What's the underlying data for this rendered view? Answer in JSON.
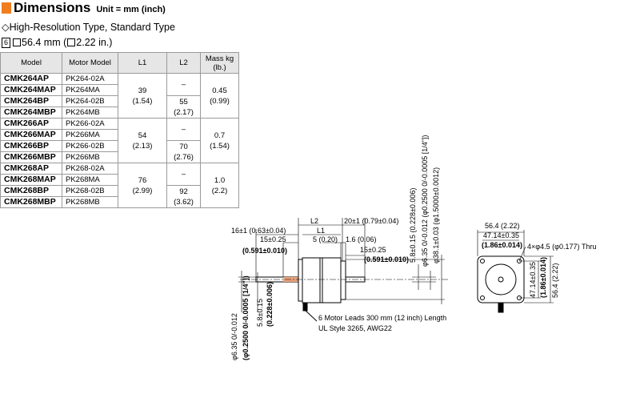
{
  "header": {
    "title": "Dimensions",
    "unit": "Unit = mm (inch)"
  },
  "subtitle": "◇High-Resolution Type, Standard Type",
  "frame": {
    "badge": "6",
    "size_mm": "56.4 mm (",
    "size_in": "2.22 in.)"
  },
  "table": {
    "headers": [
      "Model",
      "Motor Model",
      "L1",
      "L2",
      "Mass kg (lb.)"
    ],
    "groups": [
      {
        "rows": [
          {
            "model": "CMK264AP",
            "motor": "PK264-02A"
          },
          {
            "model": "CMK264MAP",
            "motor": "PK264MA"
          },
          {
            "model": "CMK264BP",
            "motor": "PK264-02B"
          },
          {
            "model": "CMK264MBP",
            "motor": "PK264MB"
          }
        ],
        "l1": "39",
        "l1_in": "(1.54)",
        "l2_a": "–",
        "l2_b": "55",
        "l2_b_in": "(2.17)",
        "mass": "0.45",
        "mass_lb": "(0.99)"
      },
      {
        "rows": [
          {
            "model": "CMK266AP",
            "motor": "PK266-02A"
          },
          {
            "model": "CMK266MAP",
            "motor": "PK266MA"
          },
          {
            "model": "CMK266BP",
            "motor": "PK266-02B"
          },
          {
            "model": "CMK266MBP",
            "motor": "PK266MB"
          }
        ],
        "l1": "54",
        "l1_in": "(2.13)",
        "l2_a": "–",
        "l2_b": "70",
        "l2_b_in": "(2.76)",
        "mass": "0.7",
        "mass_lb": "(1.54)"
      },
      {
        "rows": [
          {
            "model": "CMK268AP",
            "motor": "PK268-02A"
          },
          {
            "model": "CMK268MAP",
            "motor": "PK268MA"
          },
          {
            "model": "CMK268BP",
            "motor": "PK268-02B"
          },
          {
            "model": "CMK268MBP",
            "motor": "PK268MB"
          }
        ],
        "l1": "76",
        "l1_in": "(2.99)",
        "l2_a": "–",
        "l2_b": "92",
        "l2_b_in": "(3.62)",
        "mass": "1.0",
        "mass_lb": "(2.2)"
      }
    ]
  },
  "drawing": {
    "l2": "L2",
    "l1": "L1",
    "d20": "20±1 (0.79±0.04)",
    "d16": "16±1 (0.63±0.04)",
    "d15": "15±0.25",
    "d15_in": "(0.591±0.010)",
    "d5": "5 (0.20)",
    "d16b": "1.6 (0.06)",
    "d15b": "15±0.25",
    "d15b_in": "(0.591±0.010)",
    "shaft_dia_left": "φ6.35 0/-0.012",
    "shaft_dia_left_in": "(φ0.2500 0/-0.0005 [1/4\"])",
    "flat_left": "5.8±0.15",
    "flat_left_in": "(0.228±0.006)",
    "flat_right": "5.8±0.15 (0.228±0.006)",
    "shaft_dia_right": "φ6.35 0/-0.012 (φ0.2500 0/-0.0005 [1/4\"])",
    "pilot_dia": "φ38.1±0.03 (φ1.5000±0.0012)",
    "leads_1": "6 Motor Leads 300 mm (12 inch) Length",
    "leads_2": "UL Style 3265, AWG22",
    "front_w": "56.4 (2.22)",
    "front_pitch": "47.14±0.35",
    "front_pitch_in": "(1.86±0.014)",
    "holes": "4×φ4.5 (φ0.177) Thru",
    "front_v_pitch": "47.14±0.35",
    "front_v_pitch_in": "(1.86±0.014)",
    "front_h": "56.4 (2.22)"
  }
}
